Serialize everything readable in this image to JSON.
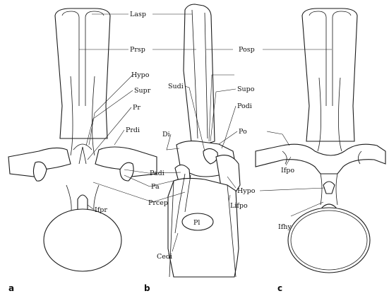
{
  "labels": {
    "lasp": "Lasp",
    "prsp": "Prsp",
    "posp": "Posp",
    "hypo_top": "Hypo",
    "supo": "Supo",
    "sudi": "Sudi",
    "supr": "Supr",
    "podi": "Podi",
    "pr": "Pr",
    "prdi": "Prdi",
    "po": "Po",
    "di": "Di",
    "padi": "Padi",
    "ifpo": "Ifpo",
    "pa": "Pa",
    "hypo_low": "Hypo",
    "prcep": "Prcep",
    "lifpo": "Lifpo",
    "ifpr": "Ifpr",
    "pl": "Pl",
    "ifhy": "Ifhy",
    "cedi": "Cedi"
  },
  "panels": {
    "a": "a",
    "b": "b",
    "c": "c"
  }
}
